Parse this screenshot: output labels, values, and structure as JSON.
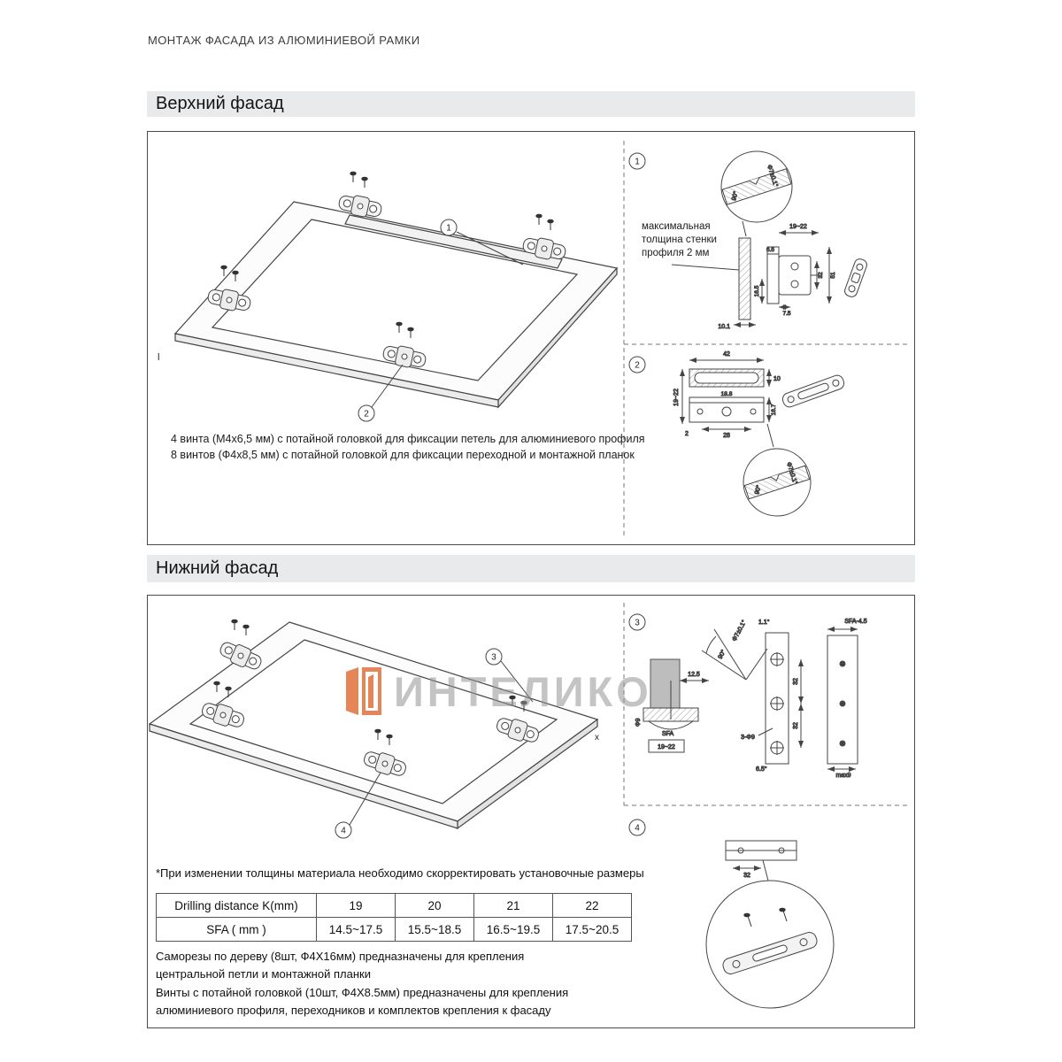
{
  "page": {
    "header": "МОНТАЖ ФАСАДА ИЗ АЛЮМИНИЕВОЙ РАМКИ"
  },
  "upper": {
    "title": "Верхний фасад",
    "stray_mark": "l",
    "callouts": {
      "c1": "1",
      "c2": "2"
    },
    "caption1": "4 винта (М4х6,5 мм) с потайной головкой для фиксации петель для алюминиевого профиля",
    "caption2": "8 винтов (Ф4х8,5 мм) с потайной головкой для фиксации переходной и монтажной планок",
    "detail1": {
      "label": "1",
      "note": "максимальная толщина стенки профиля 2 мм",
      "dims": {
        "angle": "90°",
        "hole": "Φ7±0.1°",
        "range": "19~22",
        "d65": "6.5",
        "d101": "10.1",
        "d32": "32",
        "d165": "16.5",
        "d51": "51",
        "d75": "7.5"
      }
    },
    "detail2": {
      "label": "2",
      "dims": {
        "d42": "42",
        "d10": "10",
        "range": "19~22",
        "d167": "16.7",
        "d188": "18.8",
        "d28": "28",
        "d2": "2",
        "angle": "90°",
        "hole": "Φ7±0.1°"
      }
    }
  },
  "lower": {
    "title": "Нижний фасад",
    "callouts": {
      "c3": "3",
      "c4": "4"
    },
    "x_mark": "x",
    "detail3": {
      "label": "3",
      "dims": {
        "a11": "1.1°",
        "angle": "90°",
        "hole": "Φ7±0.1°",
        "sfa45": "SFA-4.5",
        "d125": "12.5",
        "d32a": "32",
        "d32b": "32",
        "holes": "3-Φ9",
        "phi9": "Φ9",
        "sfa": "SFA",
        "range": "19~22",
        "a65": "6.5°",
        "max9": "max9"
      }
    },
    "detail4": {
      "label": "4",
      "dims": {
        "d32": "32"
      }
    },
    "adjust_note": "*При изменении толщины материала необходимо скорректировать установочные размеры",
    "note1": "Саморезы по дереву (8шт, Ф4Х16мм) предназначены для крепления центральной петли и монтажной планки",
    "note2": "Винты с потайной головкой (10шт, Ф4Х8.5мм) предназначены для крепления алюминиевого профиля, переходников и комплектов крепления к фасаду"
  },
  "table": {
    "rows": [
      [
        "Drilling distance K(mm)",
        "19",
        "20",
        "21",
        "22"
      ],
      [
        "SFA ( mm )",
        "14.5~17.5",
        "15.5~18.5",
        "16.5~19.5",
        "17.5~20.5"
      ]
    ]
  },
  "watermark": {
    "text": "ИНТЕЛИКО",
    "logo_color": "#e2703a"
  }
}
